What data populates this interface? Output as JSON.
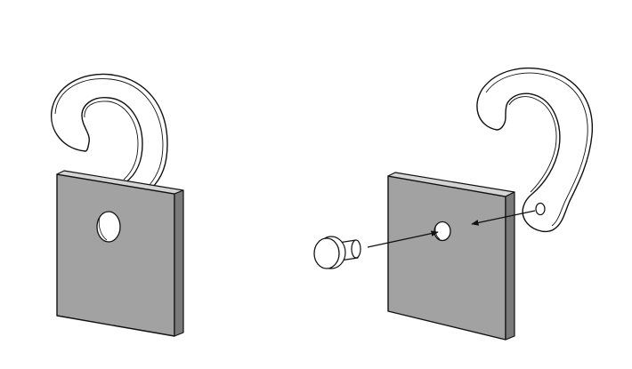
{
  "colors": {
    "background": "#ffffff",
    "outline": "#111111",
    "plate_face": "#a2a2a2",
    "plate_edge": "#7a7a7a",
    "hook_fill": "#ffffff",
    "arrow": "#111111"
  },
  "figures": [
    {
      "id": "assembled",
      "parts": [
        "hook",
        "plate",
        "hole"
      ]
    },
    {
      "id": "exploded",
      "parts": [
        "hook",
        "plate",
        "hole",
        "pin",
        "arrow",
        "arrow"
      ]
    }
  ]
}
